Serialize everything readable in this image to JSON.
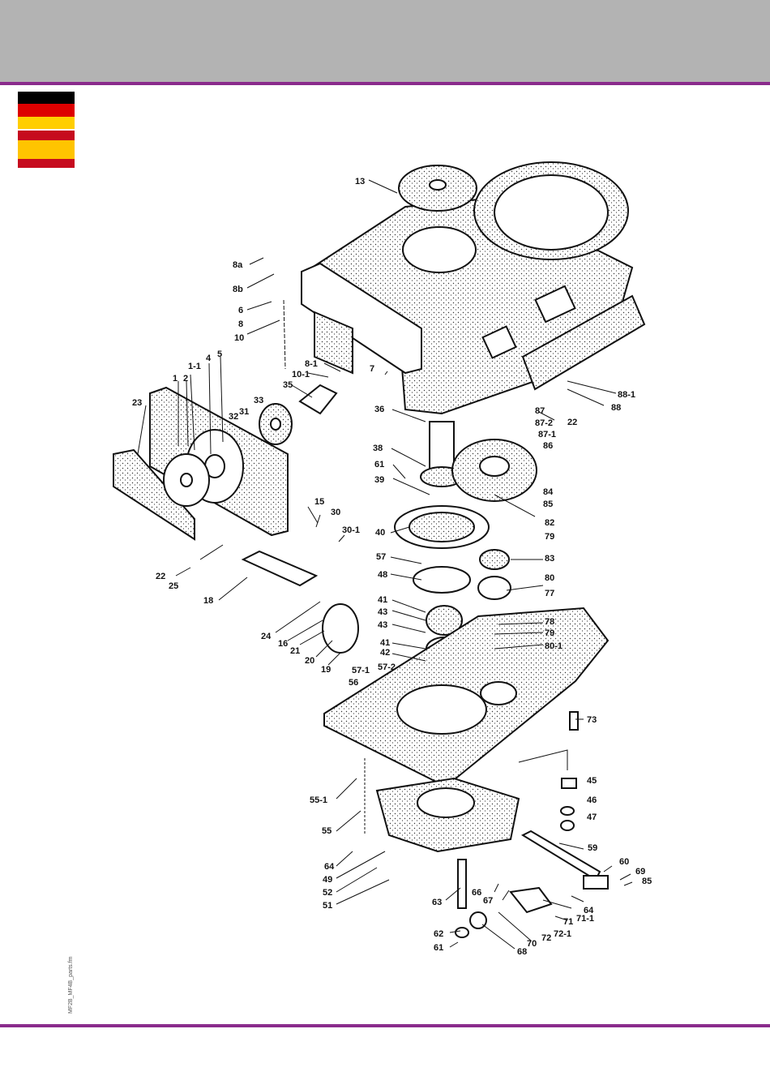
{
  "page": {
    "colors": {
      "header_band": "#b3b3b3",
      "rule": "#8a2b8c"
    },
    "file_label": "MF2B_MF4B_parts.fm"
  },
  "flags": [
    {
      "name": "germany",
      "stripes": [
        "#000000",
        "#dd0000",
        "#ffce00"
      ]
    },
    {
      "name": "spain",
      "stripes": [
        "#c60b1e",
        "#ffc400",
        "#ffc400",
        "#c60b1e"
      ]
    }
  ],
  "callouts": [
    {
      "id": "c13",
      "label": "13"
    },
    {
      "id": "c8a",
      "label": "8a"
    },
    {
      "id": "c8b",
      "label": "8b"
    },
    {
      "id": "c6",
      "label": "6"
    },
    {
      "id": "c8",
      "label": "8"
    },
    {
      "id": "c10",
      "label": "10"
    },
    {
      "id": "c8-1",
      "label": "8-1"
    },
    {
      "id": "c10-1",
      "label": "10-1"
    },
    {
      "id": "c7",
      "label": "7"
    },
    {
      "id": "c35",
      "label": "35"
    },
    {
      "id": "c1-1",
      "label": "1-1"
    },
    {
      "id": "c4",
      "label": "4"
    },
    {
      "id": "c5",
      "label": "5"
    },
    {
      "id": "c1",
      "label": "1"
    },
    {
      "id": "c2",
      "label": "2"
    },
    {
      "id": "c23",
      "label": "23"
    },
    {
      "id": "c33",
      "label": "33"
    },
    {
      "id": "c31",
      "label": "31"
    },
    {
      "id": "c32",
      "label": "32"
    },
    {
      "id": "c36",
      "label": "36"
    },
    {
      "id": "c87",
      "label": "87"
    },
    {
      "id": "c22a",
      "label": "22"
    },
    {
      "id": "c88",
      "label": "88"
    },
    {
      "id": "c88-1",
      "label": "88-1"
    },
    {
      "id": "c87-2",
      "label": "87-2"
    },
    {
      "id": "c87-1",
      "label": "87-1"
    },
    {
      "id": "c86",
      "label": "86"
    },
    {
      "id": "c38",
      "label": "38"
    },
    {
      "id": "c61",
      "label": "61"
    },
    {
      "id": "c39",
      "label": "39"
    },
    {
      "id": "c84a",
      "label": "84"
    },
    {
      "id": "c85a",
      "label": "85"
    },
    {
      "id": "c82",
      "label": "82"
    },
    {
      "id": "c79a",
      "label": "79"
    },
    {
      "id": "c15",
      "label": "15"
    },
    {
      "id": "c30",
      "label": "30"
    },
    {
      "id": "c30-1",
      "label": "30-1"
    },
    {
      "id": "c40",
      "label": "40"
    },
    {
      "id": "c57",
      "label": "57"
    },
    {
      "id": "c83",
      "label": "83"
    },
    {
      "id": "c22b",
      "label": "22"
    },
    {
      "id": "c25",
      "label": "25"
    },
    {
      "id": "c18",
      "label": "18"
    },
    {
      "id": "c48",
      "label": "48"
    },
    {
      "id": "c80",
      "label": "80"
    },
    {
      "id": "c77",
      "label": "77"
    },
    {
      "id": "c41a",
      "label": "41"
    },
    {
      "id": "c43a",
      "label": "43"
    },
    {
      "id": "c43b",
      "label": "43"
    },
    {
      "id": "c78",
      "label": "78"
    },
    {
      "id": "c79b",
      "label": "79"
    },
    {
      "id": "c24",
      "label": "24"
    },
    {
      "id": "c16",
      "label": "16"
    },
    {
      "id": "c21",
      "label": "21"
    },
    {
      "id": "c41b",
      "label": "41"
    },
    {
      "id": "c42",
      "label": "42"
    },
    {
      "id": "c80-1",
      "label": "80-1"
    },
    {
      "id": "c20",
      "label": "20"
    },
    {
      "id": "c19",
      "label": "19"
    },
    {
      "id": "c57-1",
      "label": "57-1"
    },
    {
      "id": "c57-2",
      "label": "57-2"
    },
    {
      "id": "c56",
      "label": "56"
    },
    {
      "id": "c73",
      "label": "73"
    },
    {
      "id": "c45",
      "label": "45"
    },
    {
      "id": "c55-1",
      "label": "55-1"
    },
    {
      "id": "c46",
      "label": "46"
    },
    {
      "id": "c47",
      "label": "47"
    },
    {
      "id": "c55",
      "label": "55"
    },
    {
      "id": "c59",
      "label": "59"
    },
    {
      "id": "c64a",
      "label": "64"
    },
    {
      "id": "c49",
      "label": "49"
    },
    {
      "id": "c60",
      "label": "60"
    },
    {
      "id": "c69",
      "label": "69"
    },
    {
      "id": "c85b",
      "label": "85"
    },
    {
      "id": "c52",
      "label": "52"
    },
    {
      "id": "c51",
      "label": "51"
    },
    {
      "id": "c66",
      "label": "66"
    },
    {
      "id": "c63",
      "label": "63"
    },
    {
      "id": "c67",
      "label": "67"
    },
    {
      "id": "c64b",
      "label": "64"
    },
    {
      "id": "c71",
      "label": "71"
    },
    {
      "id": "c71-1",
      "label": "71-1"
    },
    {
      "id": "c62",
      "label": "62"
    },
    {
      "id": "c72",
      "label": "72"
    },
    {
      "id": "c72-1",
      "label": "72-1"
    },
    {
      "id": "c70",
      "label": "70"
    },
    {
      "id": "c61b",
      "label": "61"
    },
    {
      "id": "c68",
      "label": "68"
    }
  ]
}
